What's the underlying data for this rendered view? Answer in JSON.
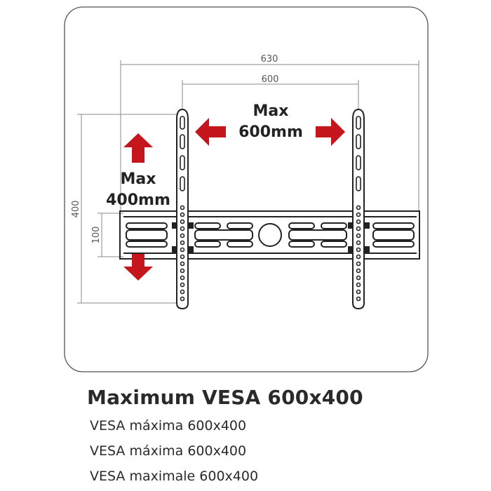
{
  "dimensions": {
    "outer_width": "630",
    "inner_width": "600",
    "outer_height": "400",
    "inner_height": "100"
  },
  "labels": {
    "horizontal_max_line1": "Max",
    "horizontal_max_line2": "600mm",
    "vertical_max_line1": "Max",
    "vertical_max_line2": "400mm"
  },
  "captions": {
    "title": "Maximum VESA 600x400",
    "lines": [
      "VESA máxima 600x400",
      "VESA máxima 600x400",
      "VESA maximale 600x400"
    ]
  },
  "colors": {
    "arrow": "#c4161c",
    "line": "#222222",
    "dimension_line": "#888888",
    "frame": "#555555"
  }
}
